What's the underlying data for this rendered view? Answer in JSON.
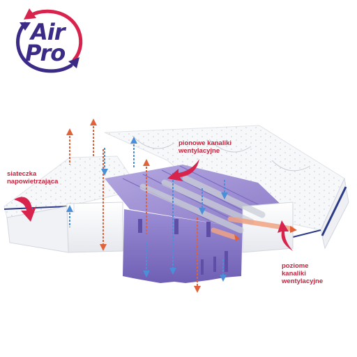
{
  "logo": {
    "word_top": "Air",
    "word_bottom": "Pro",
    "primary_color": "#3b2a86",
    "accent_color": "#d8234d"
  },
  "labels": {
    "left": [
      "siateczka",
      "napowietrzająca"
    ],
    "top": [
      "pionowe kanaliki",
      "wentylacyjne"
    ],
    "bottom_right": [
      "poziome",
      "kanaliki",
      "wentylacyjne"
    ]
  },
  "colors": {
    "label_red": "#c4233c",
    "foam_purple": "#9e8fd4",
    "arrow_blue": "#4a8fd8",
    "arrow_red": "#e0623a",
    "piping_navy": "#2b3a86"
  },
  "icons": [
    "logo-swirl-arrow-icon",
    "curved-pointer-arrow-icon",
    "airflow-arrow-icon"
  ]
}
